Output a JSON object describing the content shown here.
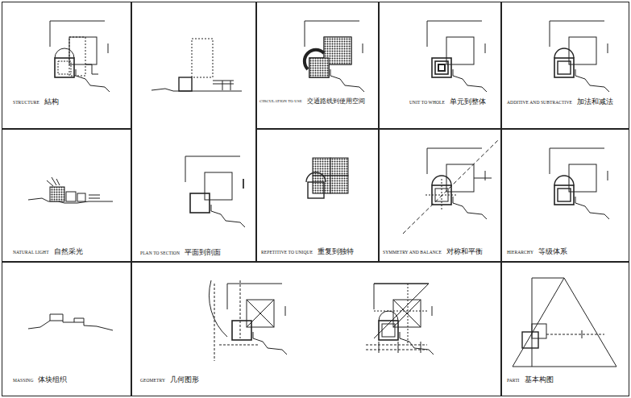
{
  "diagram": {
    "nodes": [
      {
        "text": [
          "STRUCTURE",
          "結构"
        ]
      },
      {
        "text": [
          "PLAN TO SECTION",
          "平面到剖面"
        ]
      },
      {
        "text": [
          "CIRCULATION TO USE",
          "交通路线到使用空间"
        ]
      },
      {
        "text": [
          "UNIT TO WHOLE",
          "单元到整体"
        ]
      },
      {
        "text": [
          "ADDITIVE AND SUBTRACTIVE",
          "加法和减法"
        ]
      },
      {
        "text": [
          "NATURAL LIGHT",
          "自然采光"
        ]
      },
      {
        "text": [
          "REPETITIVE TO UNIQUE",
          "重复到独特"
        ]
      },
      {
        "text": [
          "SYMMETRY AND BALANCE",
          "对称和平衡"
        ]
      },
      {
        "text": [
          "HIERARCHY",
          "等级体系"
        ]
      },
      {
        "text": [
          "MASSING",
          "体块组织"
        ]
      },
      {
        "text": [
          "GEOMETRY",
          "几何图形"
        ]
      },
      {
        "text": [
          "PARTI",
          "基本构图"
        ]
      }
    ]
  }
}
